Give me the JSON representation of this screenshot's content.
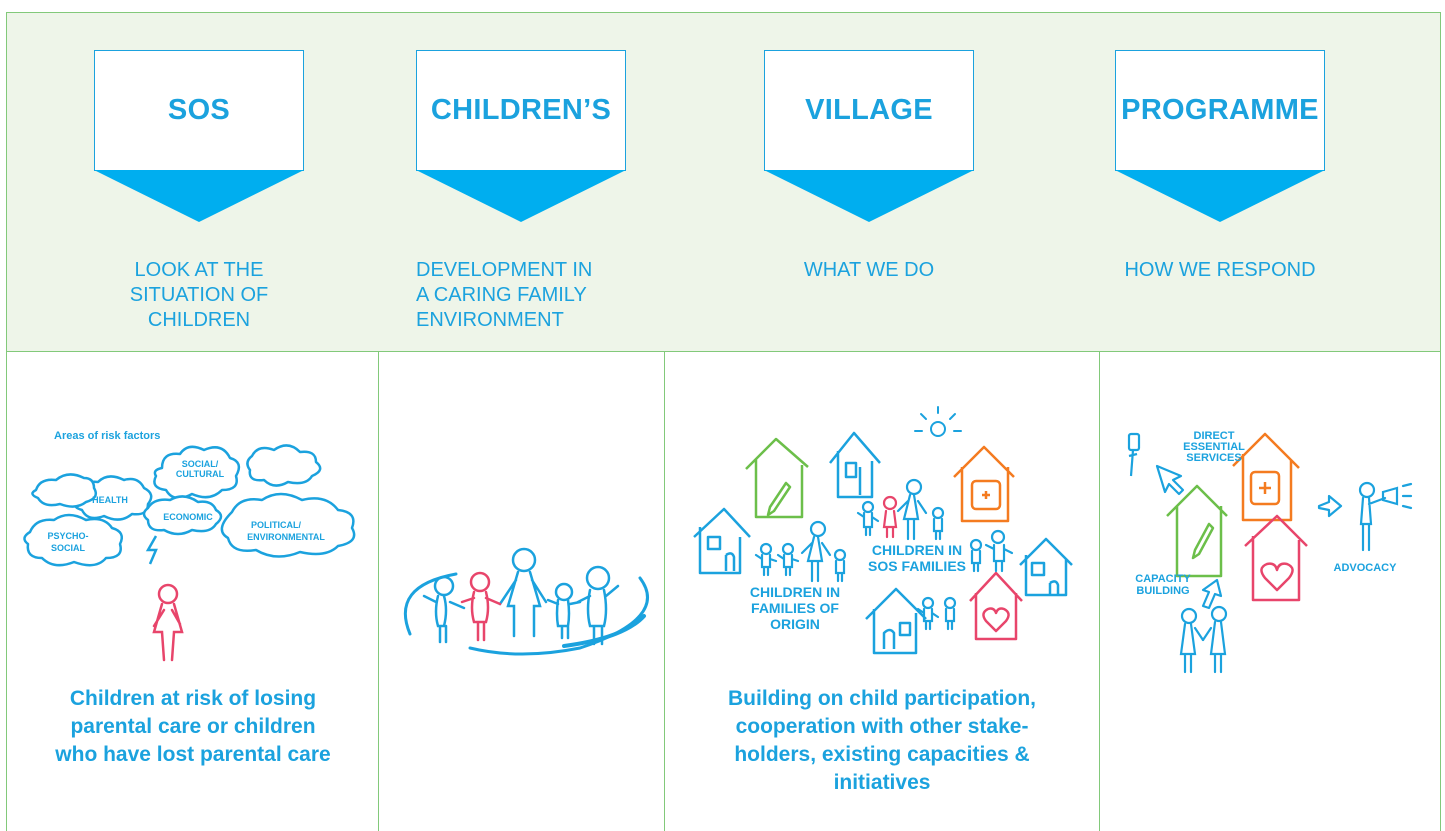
{
  "banners": [
    {
      "title": "SOS",
      "caption": "LOOK AT THE\nSITUATION OF\nCHILDREN"
    },
    {
      "title": "CHILDREN’S",
      "caption": "DEVELOPMENT IN\nA CARING FAMILY\nENVIRONMENT"
    },
    {
      "title": "VILLAGE",
      "caption": "WHAT WE DO"
    },
    {
      "title": "PROGRAMME",
      "caption": "HOW WE RESPOND"
    }
  ],
  "panel1": {
    "heading": "Areas of risk factors",
    "clouds": [
      "SOCIAL/\nCULTURAL",
      "HEALTH",
      "ECONOMIC",
      "PSYCHO-\nSOCIAL",
      "POLITICAL/\nENVIRONMENTAL"
    ],
    "text": "Children at risk of losing\nparental care or children\nwho have lost parental care"
  },
  "panel3": {
    "label_sos": "CHILDREN IN\nSOS FAMILIES",
    "label_origin": "CHILDREN IN\nFAMILIES OF\nORIGIN",
    "text": "Building on child participation,\ncooperation with other stake-\nholders, existing capacities &\ninitiatives"
  },
  "panel4": {
    "label_services": "DIRECT\nESSENTIAL\nSERVICES",
    "label_capacity": "CAPACITY\nBUILDING",
    "label_advocacy": "ADVOCACY"
  },
  "colors": {
    "blue": "#1ba2de",
    "banner_blue": "#00aeef",
    "green": "#6cbf4a",
    "orange": "#f47b20",
    "pink": "#e8456b",
    "band": "#eef5e9"
  }
}
